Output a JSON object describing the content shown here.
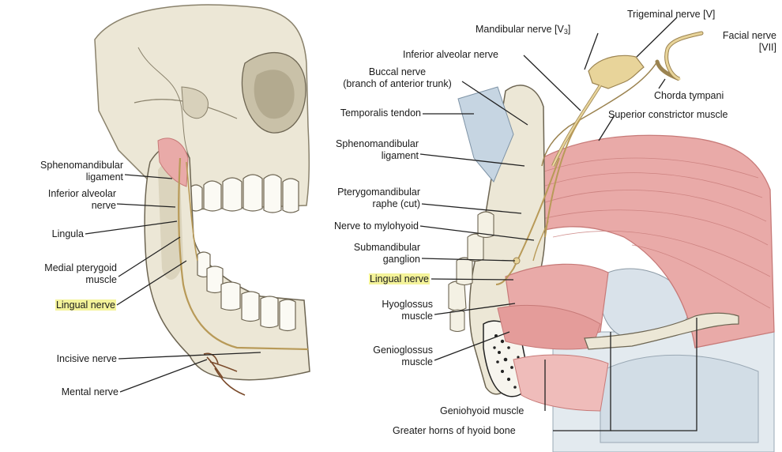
{
  "left_panel": {
    "sphenomandibular_ligament": "Sphenomandibular\nligament",
    "inferior_alveolar_nerve": "Inferior alveolar\nnerve",
    "lingula": "Lingula",
    "medial_pterygoid_muscle": "Medial pterygoid\nmuscle",
    "lingual_nerve": "Lingual nerve",
    "incisive_nerve": "Incisive nerve",
    "mental_nerve": "Mental nerve"
  },
  "right_panel": {
    "trigeminal_nerve": "Trigeminal nerve [V]",
    "mandibular_nerve_prefix": "Mandibular nerve [V",
    "mandibular_nerve_sub": "3",
    "mandibular_nerve_suffix": "]",
    "facial_nerve": "Facial nerve\n[VII]",
    "inferior_alveolar_nerve": "Inferior alveolar nerve",
    "buccal_nerve": "Buccal nerve\n(branch of anterior trunk)",
    "chorda_tympani": "Chorda tympani",
    "temporalis_tendon": "Temporalis tendon",
    "superior_constrictor_muscle": "Superior constrictor muscle",
    "sphenomandibular_ligament": "Sphenomandibular\nligament",
    "pterygomandibular_raphe": "Pterygomandibular\nraphe (cut)",
    "nerve_to_mylohyoid": "Nerve to mylohyoid",
    "submandibular_ganglion": "Submandibular\nganglion",
    "lingual_nerve": "Lingual nerve",
    "hyoglossus_muscle": "Hyoglossus\nmuscle",
    "genioglossus_muscle": "Genioglossus\nmuscle",
    "geniohyoid_muscle": "Geniohyoid muscle",
    "greater_horns_hyoid": "Greater horns of hyoid bone"
  },
  "colors": {
    "bone": "#ece7d6",
    "bone_shadow": "#b9b19a",
    "muscle": "#e9aaa8",
    "muscle_line": "#c77a78",
    "nerve": "#e8d49a",
    "nerve_outline": "#9b8350",
    "highlight": "#f4f39a",
    "leader": "#222222"
  }
}
